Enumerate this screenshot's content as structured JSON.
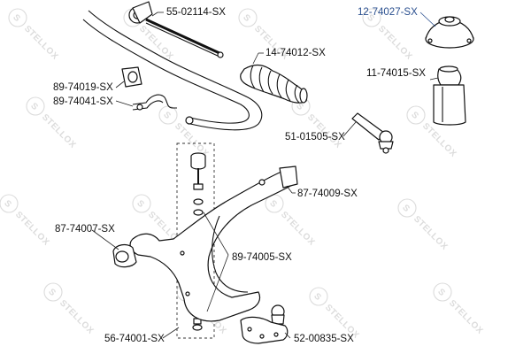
{
  "watermark": {
    "text": "STELLOX",
    "logo": "S"
  },
  "callouts": [
    {
      "id": "tie-rod",
      "code": "55-02114-SX"
    },
    {
      "id": "strut-mount",
      "code": "12-74027-SX",
      "color": "#2a4f8f"
    },
    {
      "id": "boot",
      "code": "14-74012-SX"
    },
    {
      "id": "bump-stop",
      "code": "11-74015-SX"
    },
    {
      "id": "stab-bush",
      "code": "89-74019-SX"
    },
    {
      "id": "stab-bush-clamp",
      "code": "89-74041-SX"
    },
    {
      "id": "tie-rod-end",
      "code": "51-01505-SX"
    },
    {
      "id": "control-arm",
      "code": "87-74009-SX"
    },
    {
      "id": "arm-bush-rear",
      "code": "87-74007-SX"
    },
    {
      "id": "link-bushings",
      "code": "89-74005-SX"
    },
    {
      "id": "stab-link-kit",
      "code": "56-74001-SX"
    },
    {
      "id": "ball-joint",
      "code": "52-00835-SX"
    }
  ]
}
